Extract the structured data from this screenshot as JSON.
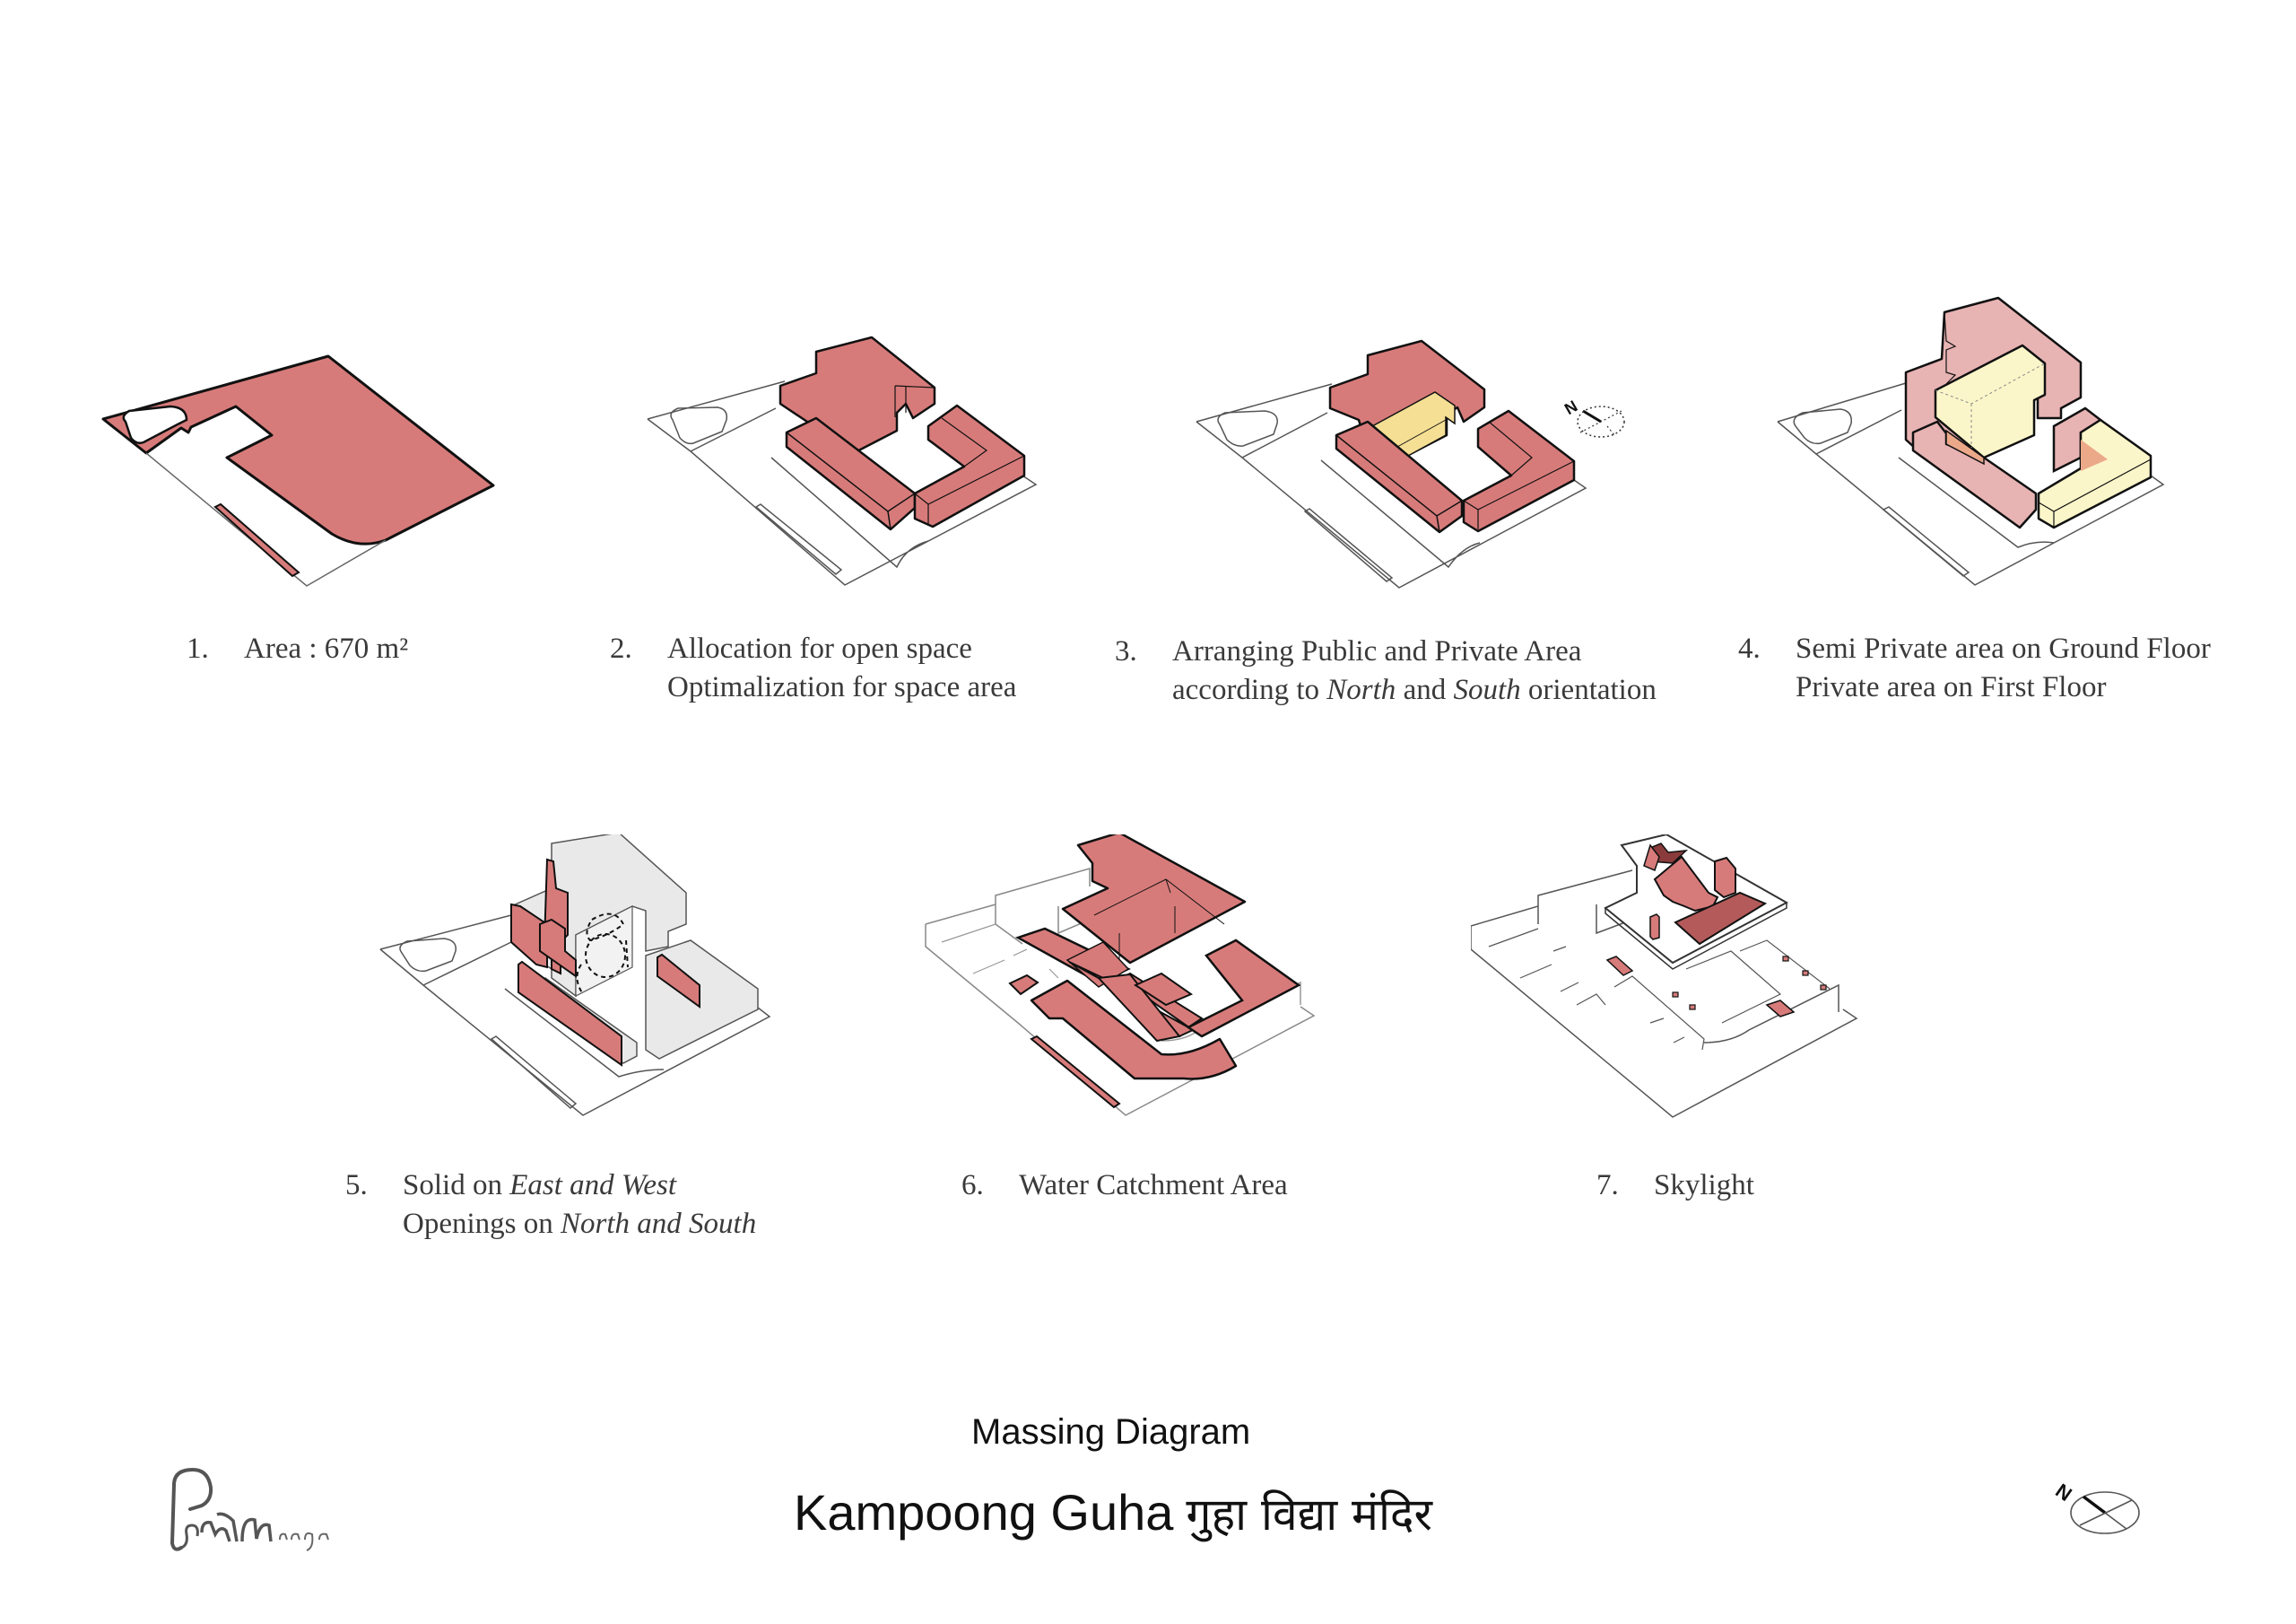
{
  "diagrams": [
    {
      "index": "1.",
      "lines": [
        "Area : 670 m²"
      ],
      "label": "site-area",
      "fill": "#d77b7a"
    },
    {
      "index": "2.",
      "lines": [
        "Allocation for open space",
        "Optimalization for space area"
      ],
      "label": "open-space-allocation",
      "fill": "#d77b7a"
    },
    {
      "index": "3.",
      "line1": "Arranging Public and Private Area",
      "line2_parts": [
        "according to ",
        "North",
        " and ",
        "South",
        " orientation"
      ],
      "label": "public-private-arrangement",
      "fill": "#d77b7a",
      "accent": "#f5df94"
    },
    {
      "index": "4.",
      "lines": [
        "Semi Private area on Ground Floor",
        "Private area on First Floor"
      ],
      "label": "semi-private-private",
      "fill": "#e8b3b3",
      "accent": "#fbf6c9",
      "overlap": "#eba98a"
    },
    {
      "index": "5.",
      "line1_parts": [
        "Solid on ",
        "East and West"
      ],
      "line2_parts": [
        "Openings on ",
        "North and South"
      ],
      "label": "solid-openings",
      "fill": "#d77b7a",
      "mass": "#e9e9e9"
    },
    {
      "index": "6.",
      "lines": [
        "Water Catchment Area"
      ],
      "label": "water-catchment",
      "fill": "#d77b7a"
    },
    {
      "index": "7.",
      "lines": [
        "Skylight"
      ],
      "label": "skylight",
      "fill": "#d77b7a",
      "dark": "#8a3b3b"
    }
  ],
  "footer": {
    "subtitle": "Massing Diagram",
    "title": "Kampoong Guha",
    "title_devanagari": "गुहा विद्या मंदिर",
    "north_label": "N"
  },
  "compass_small": {
    "label": "N"
  }
}
